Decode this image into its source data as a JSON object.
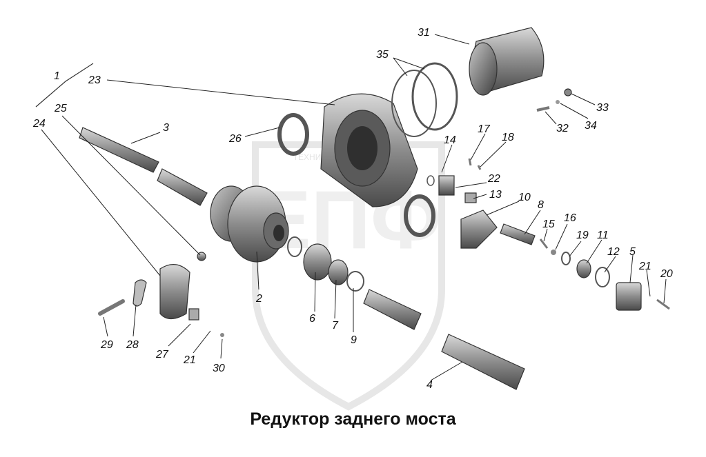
{
  "title": "Редуктор заднего моста",
  "watermark": {
    "logo": "ЕПФ",
    "arc_text": "ТЕХНИКА ИНДУСТРИИ СТИ"
  },
  "callouts": [
    "1",
    "2",
    "3",
    "4",
    "5",
    "6",
    "7",
    "8",
    "9",
    "10",
    "11",
    "12",
    "13",
    "14",
    "15",
    "16",
    "17",
    "18",
    "19",
    "20",
    "21",
    "21",
    "22",
    "23",
    "24",
    "25",
    "26",
    "27",
    "28",
    "29",
    "30",
    "31",
    "32",
    "33",
    "34",
    "35"
  ],
  "colors": {
    "part_dark": "#4a4a4a",
    "part_mid": "#8c8c8c",
    "part_light": "#c8c8c8",
    "watermark": "#d8d8d8"
  }
}
